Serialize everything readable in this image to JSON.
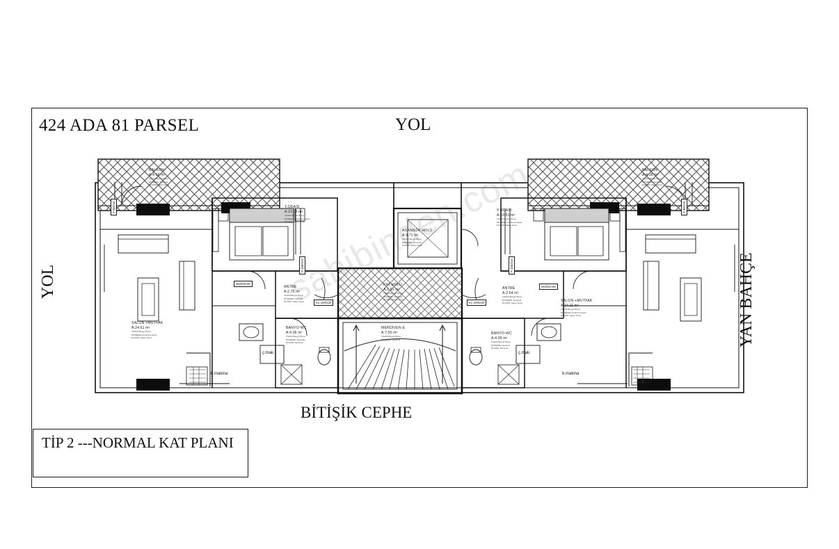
{
  "sheet": {
    "parcel_title": "424 ADA  81 PARSEL",
    "top_edge_label": "YOL",
    "left_edge_label": "YOL",
    "right_edge_label": "YAN BAHÇE",
    "bottom_edge_label": "BİTİŞİK CEPHE",
    "title_block": "TİP 2 ---NORMAL  KAT PLANI"
  },
  "watermark": "sahibinden.com",
  "spec_lines": {
    "tavan_boya": "TAVAN:Beyaz Boya",
    "doseme_parke": "DÖŞEME:Laminant parke",
    "duvar_boya": "DUVAR: Saten boya",
    "doseme_seramik": "DÖŞEME: Seramik",
    "duvar_seramik": "DUVAR: Seramik"
  },
  "rooms": [
    {
      "key": "balkon_left",
      "name": "BALKON",
      "area": "A:4.18 m²",
      "specs": [
        "TAVAN:Beyaz Boya",
        "DÖŞEME: Seramik",
        "DUVAR: Saten boya"
      ]
    },
    {
      "key": "balkon_right",
      "name": "BALKON",
      "area": "A:4.18 m²",
      "specs": [
        "TAVAN:Beyaz Boya",
        "DÖŞEME: Seramik",
        "DUVAR: Saten boya"
      ]
    },
    {
      "key": "yodasi_left",
      "name": "Y.ODASI",
      "area": "A:13.03 m²",
      "specs": [
        "TAVAN:Beyaz Boya",
        "DÖŞEME:Laminant parke",
        "DUVAR: Saten boya"
      ]
    },
    {
      "key": "yodasi_right",
      "name": "Y.ODASI",
      "area": "A:10.51 m²",
      "specs": [
        "TAVAN:Beyaz Boya",
        "DÖŞEME:Laminant parke",
        "DUVAR: Saten boya"
      ]
    },
    {
      "key": "salon_left",
      "name": "SALON +MUTFAK",
      "area": "A:24.61 m²",
      "specs": [
        "TAVAN:Beyaz Boya",
        "DÖŞEME:Laminant parke",
        "DUVAR: Saten boya"
      ]
    },
    {
      "key": "salon_right",
      "name": "SALON +MUTFAK",
      "area": "A:24.11 m²",
      "specs": [
        "TAVAN:Beyaz Boya",
        "DÖŞEME:Laminant parke",
        "DUVAR: Saten boya"
      ]
    },
    {
      "key": "antre_left",
      "name": "ANTRE",
      "area": "A:2.76 m²",
      "specs": [
        "TAVAN:Beyaz Boya",
        "DÖŞEME: Seramik",
        "DUVAR: Saten boya"
      ]
    },
    {
      "key": "antre_right",
      "name": "ANTRE",
      "area": "A:2.64 m²",
      "specs": [
        "TAVAN:Beyaz Boya",
        "DÖŞEME: Seramik",
        "DUVAR: Saten boya"
      ]
    },
    {
      "key": "banyo_left",
      "name": "BANYO-WC",
      "area": "A:4.36 m²",
      "specs": [
        "TAVAN:Beyaz Boya",
        "DÖŞEME: Seramik",
        "DUVAR: Seramik"
      ]
    },
    {
      "key": "banyo_right",
      "name": "BANYO-WC",
      "area": "A:4.36 m²",
      "specs": [
        "TAVAN:Beyaz Boya",
        "DÖŞEME: Seramik",
        "DUVAR: Seramik"
      ]
    },
    {
      "key": "asansor",
      "name": "ASANSÖR HOLÜ",
      "area": "A:3.71 m²",
      "specs": [
        "TAVAN:Beyaz Boya",
        "DÖŞEME: Seramik",
        "DUVAR: Saten boya"
      ]
    },
    {
      "key": "kat_holu",
      "name": "KAT HOLÜ",
      "area": "A:1.51 m²",
      "specs": [
        "TAVAN:Beyaz Boya",
        "DÖŞEME: Seramik",
        "DUVAR: Saten boya"
      ]
    },
    {
      "key": "merdiven",
      "name": "MERDİVEN E.",
      "area": "A:7.50 m²",
      "specs": [
        "TAVAN:Beyaz Boya",
        "DÖŞEME: Seramik"
      ]
    }
  ],
  "tags": {
    "door_k1_left": "K1  100/220",
    "door_k1_right": "K1  100/220",
    "door_left_inner": "DIZ/D8  D8",
    "door_right_inner": "DIZ/D8  D8",
    "window_left_outer": "P 80/210",
    "window_right_outer": "P 80/210",
    "window_left_mid": "P 150/210",
    "window_right_mid": "P 150/210"
  },
  "appliances": {
    "washer_left": "ç.mak.",
    "washer_right": "ç.mak.",
    "dishwasher_left": "b.makina",
    "dishwasher_right": "b.makina"
  }
}
